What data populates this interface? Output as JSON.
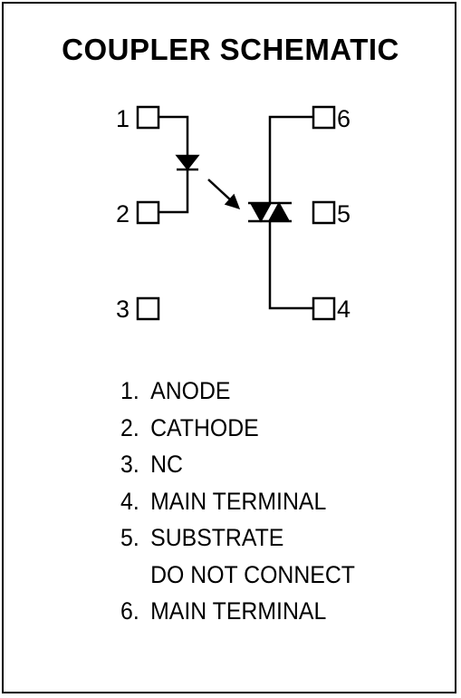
{
  "title": "COUPLER SCHEMATIC",
  "pins": [
    {
      "number": "1",
      "side": "left"
    },
    {
      "number": "2",
      "side": "left"
    },
    {
      "number": "3",
      "side": "left"
    },
    {
      "number": "6",
      "side": "right"
    },
    {
      "number": "5",
      "side": "right"
    },
    {
      "number": "4",
      "side": "right"
    }
  ],
  "legend": [
    {
      "num": "1.",
      "text": "ANODE"
    },
    {
      "num": "2.",
      "text": "CATHODE"
    },
    {
      "num": "3.",
      "text": "NC"
    },
    {
      "num": "4.",
      "text": "MAIN TERMINAL"
    },
    {
      "num": "5.",
      "text": "SUBSTRATE",
      "continuation": "DO NOT CONNECT"
    },
    {
      "num": "6.",
      "text": "MAIN TERMINAL"
    }
  ],
  "components": {
    "input": "LED (emitter diode between pins 1 and 2)",
    "output": "triac / bidirectional switch between pins 6 and 4",
    "coupling": "optical arrow from LED to triac"
  }
}
